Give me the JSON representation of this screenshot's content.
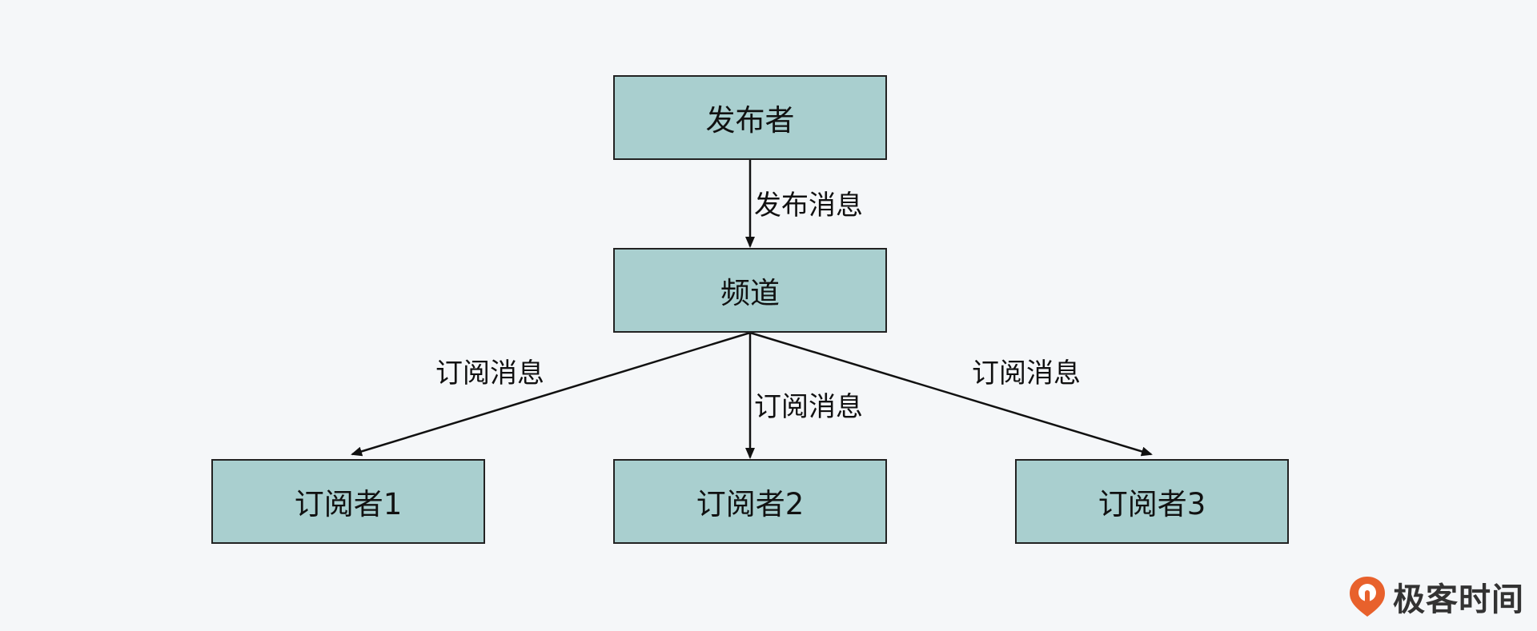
{
  "nodes": {
    "publisher": "发布者",
    "channel": "频道",
    "subscriber1": "订阅者1",
    "subscriber2": "订阅者2",
    "subscriber3": "订阅者3"
  },
  "edges": {
    "publish": "发布消息",
    "subscribe_left": "订阅消息",
    "subscribe_middle": "订阅消息",
    "subscribe_right": "订阅消息"
  },
  "brand": {
    "name": "极客时间",
    "icon": "geektime-logo-icon",
    "accent_color": "#e8612c"
  },
  "colors": {
    "node_fill": "#a9cfcf",
    "background": "#f5f7f9",
    "stroke": "#111111"
  }
}
